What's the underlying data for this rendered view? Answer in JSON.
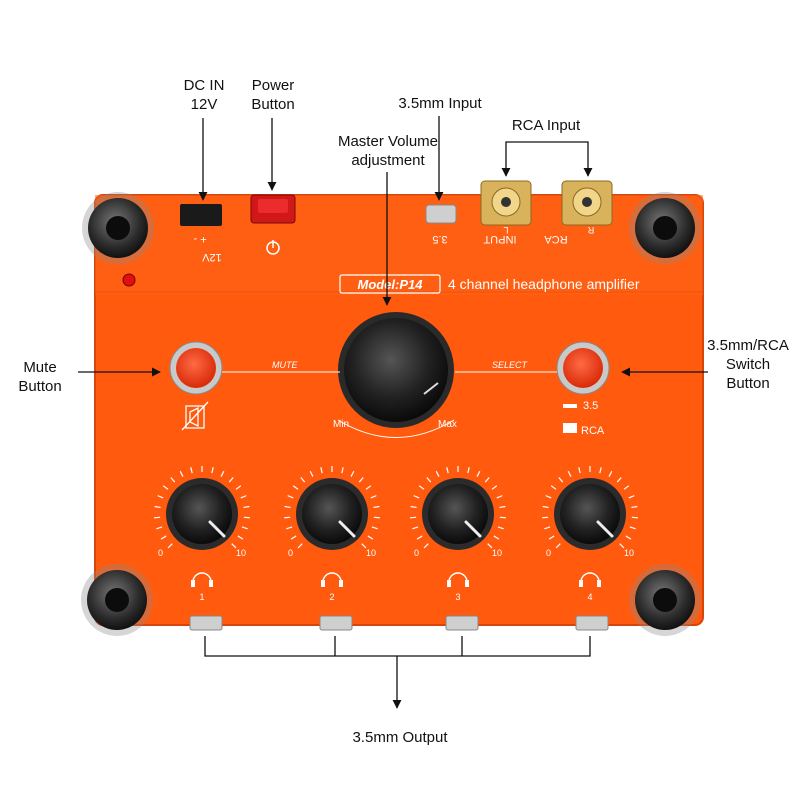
{
  "callouts": {
    "dc_in": "DC IN\n12V",
    "power": "Power\nButton",
    "input_35": "3.5mm Input",
    "rca_input": "RCA Input",
    "master_volume": "Master Volume\nadjustment",
    "mute": "Mute\nButton",
    "switch": "3.5mm/RCA\nSwitch\nButton",
    "output": "3.5mm Output"
  },
  "panel": {
    "model": "Model:P14",
    "description": "4 channel headphone amplifier",
    "mute_label": "MUTE",
    "select_label": "SELECT",
    "min_label": "Min",
    "max_label": "Max",
    "select_35": "3.5",
    "select_rca": "RCA",
    "top_labels": {
      "dc_polarity": "+ -",
      "dc_voltage": "12V",
      "input_35": "3.5",
      "input": "INPUT",
      "rca": "RCA",
      "left": "L",
      "right": "R"
    },
    "channels": [
      {
        "number": "1",
        "min": "0",
        "max": "10"
      },
      {
        "number": "2",
        "min": "0",
        "max": "10"
      },
      {
        "number": "3",
        "min": "0",
        "max": "10"
      },
      {
        "number": "4",
        "min": "0",
        "max": "10"
      }
    ]
  },
  "colors": {
    "panel": "#ff5a0e",
    "panel_edge": "#e2480a",
    "button_red": "#f23a12",
    "knob": "#1b1b1b"
  }
}
